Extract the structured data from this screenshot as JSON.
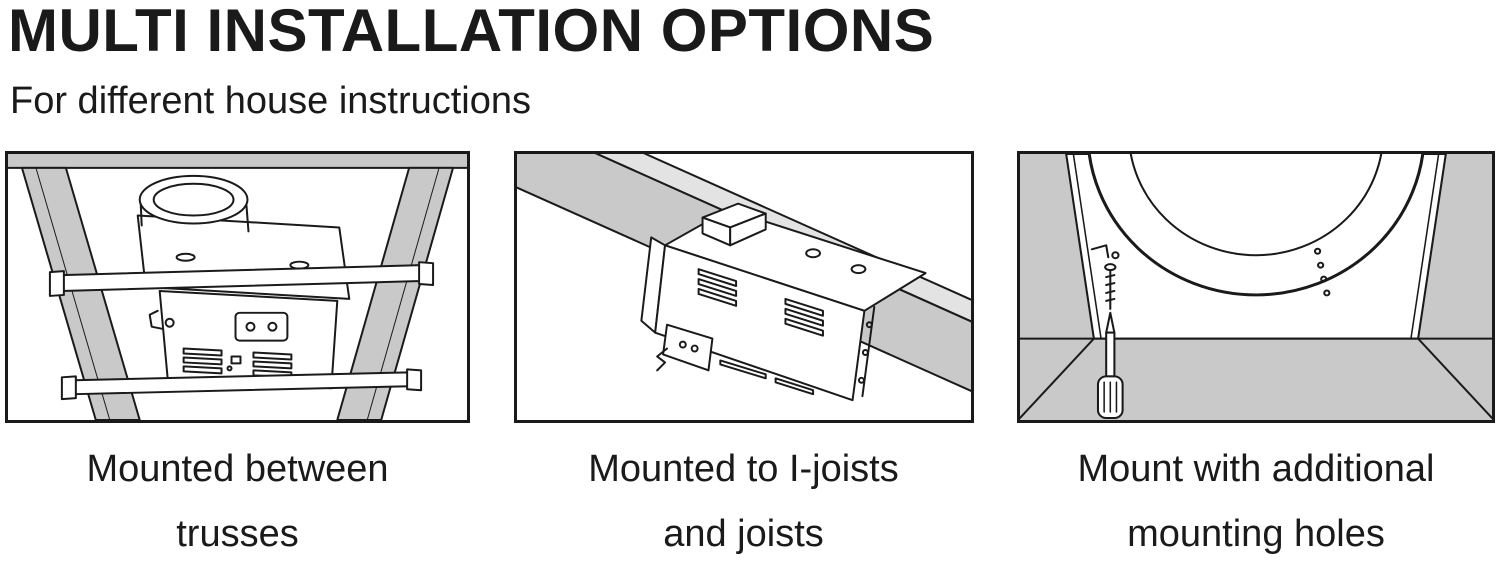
{
  "page": {
    "title": "MULTI INSTALLATION OPTIONS",
    "subtitle": "For different house instructions"
  },
  "colors": {
    "line": "#1a1a1a",
    "wood_gray": "#c9c9c9",
    "wood_light": "#e3e3e3",
    "background": "#ffffff"
  },
  "panels": [
    {
      "id": "between-trusses",
      "illustration": "fan-mounted-between-trusses-illustration",
      "caption_line1": "Mounted between",
      "caption_line2": "trusses"
    },
    {
      "id": "i-joists",
      "illustration": "fan-mounted-to-i-joist-illustration",
      "caption_line1": "Mounted to I-joists",
      "caption_line2": "and joists"
    },
    {
      "id": "additional-mounting-holes",
      "illustration": "mounting-with-screwdriver-illustration",
      "caption_line1": "Mount with additional",
      "caption_line2": "mounting holes"
    }
  ]
}
